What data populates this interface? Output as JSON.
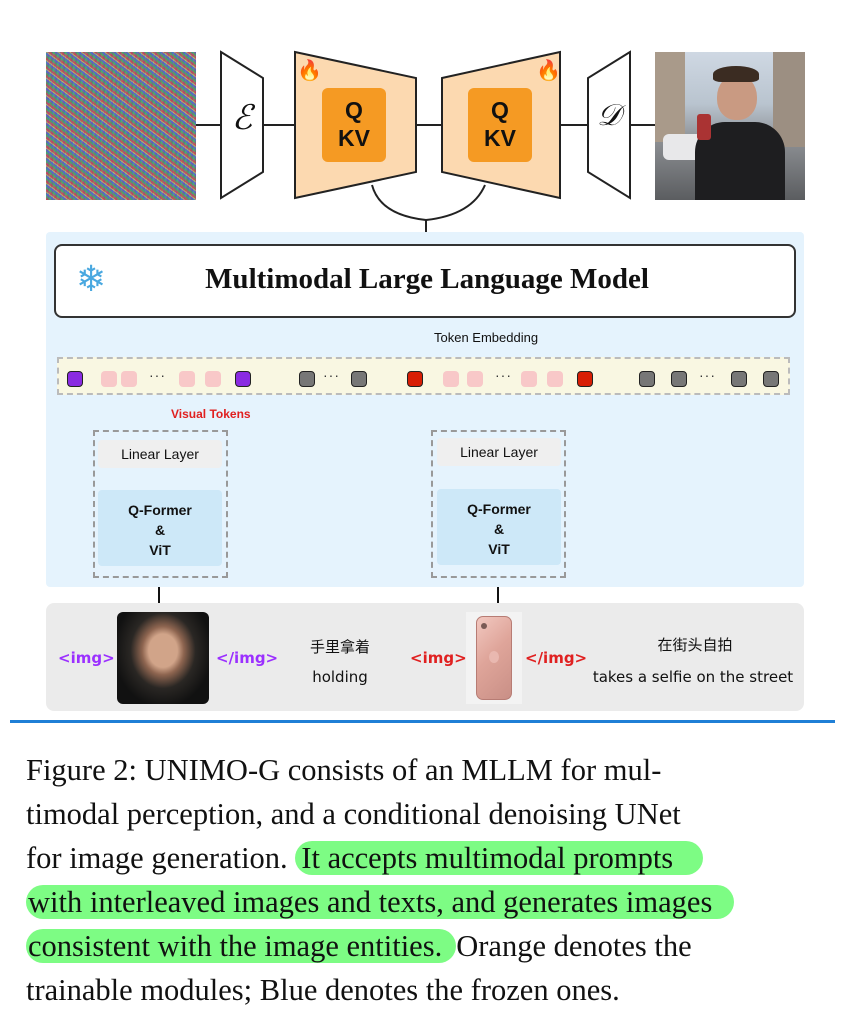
{
  "figure": {
    "encoder_symbol": "ℰ",
    "decoder_symbol": "𝒟",
    "unet_left": {
      "q": "Q",
      "kv": "KV"
    },
    "unet_right": {
      "q": "Q",
      "kv": "KV"
    },
    "trainable_icon": "fire-icon",
    "frozen_icon": "snowflake-icon",
    "mllm_title": "Multimodal Large Language Model",
    "token_embedding_label": "Token Embedding",
    "visual_tokens_label": "Visual Tokens",
    "left_branch": {
      "linear": "Linear Layer",
      "qformer": "Q-Former",
      "amp": "&",
      "vit": "ViT"
    },
    "right_branch": {
      "linear": "Linear Layer",
      "qformer": "Q-Former",
      "amp": "&",
      "vit": "ViT"
    },
    "tokens": [
      "purple",
      "pink",
      "pink",
      "…",
      "pink",
      "pink",
      "purple",
      "gray",
      "…",
      "gray",
      "red",
      "pink",
      "pink",
      "…",
      "pink",
      "pink",
      "red",
      "gray",
      "gray",
      "…",
      "gray",
      "gray"
    ],
    "input": {
      "img_open_1": "<img>",
      "img_close_1": "</img>",
      "zh_1": "手里拿着",
      "en_1": "holding",
      "img_open_2": "<img>",
      "img_close_2": "</img>",
      "zh_2": "在街头自拍",
      "en_2": "takes a selfie on the street"
    },
    "colors": {
      "trainable": "#f59a23",
      "frozen_panel": "#e5f3fd",
      "rule": "#1f7fd6",
      "highlight": "#7dfc84"
    }
  },
  "caption": {
    "line1": "Figure 2:  UNIMO-G consists of an MLLM for mul-",
    "line2": "timodal perception, and a conditional denoising UNet",
    "line3_plain": "for image generation.",
    "line3_hl": "It accepts multimodal prompts",
    "line4_hl": "with interleaved images and texts, and generates images",
    "line5_hl": "consistent with the image entities.",
    "line5_plain": "Orange denotes the",
    "line6": "trainable modules; Blue denotes the frozen ones."
  }
}
